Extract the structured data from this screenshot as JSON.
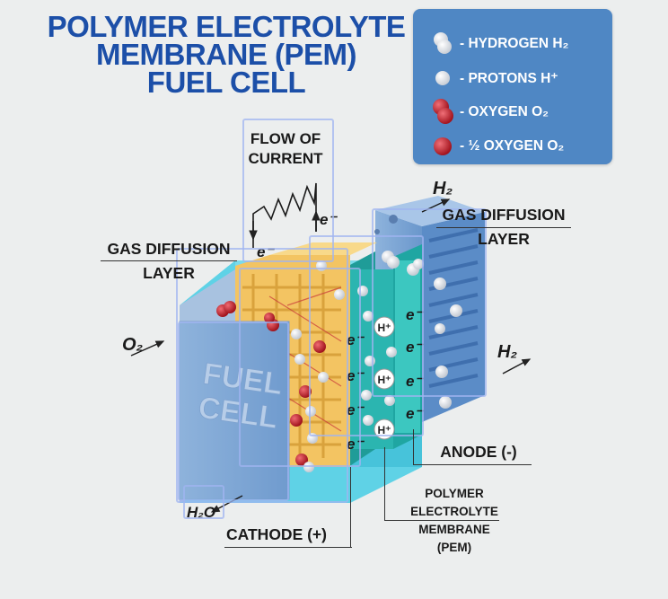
{
  "title": {
    "line1": "POLYMER ELECTROLYTE",
    "line2": "MEMBRANE (PEM)",
    "line3": "FUEL CELL"
  },
  "legend": [
    {
      "icon": "hydrogen-molecule-icon",
      "label": "- HYDROGEN  H₂"
    },
    {
      "icon": "proton-icon",
      "label": "- PROTONS  H⁺"
    },
    {
      "icon": "oxygen-molecule-icon",
      "label": "- OXYGEN  O₂"
    },
    {
      "icon": "half-oxygen-icon",
      "label": "- ½ OXYGEN  O₂"
    }
  ],
  "labels": {
    "flow_line1": "FLOW OF",
    "flow_line2": "CURRENT",
    "gdl_left_line1": "GAS DIFFUSION",
    "gdl_left_line2": "LAYER",
    "gdl_right_line1": "GAS DIFFUSION",
    "gdl_right_line2": "LAYER",
    "anode": "ANODE (-)",
    "cathode": "CATHODE (+)",
    "pem_line1": "POLYMER",
    "pem_line2": "ELECTROLYTE",
    "pem_line3": "MEMBRANE",
    "pem_line4": "(PEM)",
    "fuel_line1": "FUEL",
    "fuel_line2": "CELL"
  },
  "flows": {
    "o2_in": "O₂",
    "h2_in": "H₂",
    "h2_out": "H₂",
    "h2o_out": "H₂O"
  },
  "particles": {
    "proton": "H⁺",
    "electron": "e⁻"
  },
  "colors": {
    "title": "#1c4fa8",
    "legend_bg": "#4f87c4",
    "membrane": "#2bb5b0",
    "cathode_layer": "#f3c462",
    "plate_blue": "#7ea7d6",
    "oxygen": "#c5303a",
    "hydrogen": "#f2f4f6"
  }
}
